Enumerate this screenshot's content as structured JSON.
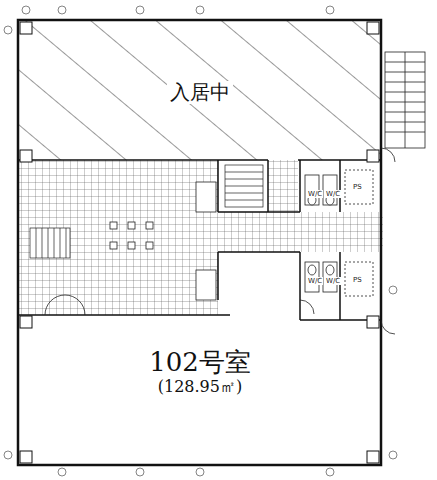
{
  "diagram": {
    "nodes": [
      {
        "text": [
          "入居中"
        ]
      },
      {
        "text": [
          "102号室",
          "(128.95㎡)"
        ]
      }
    ],
    "labels": [
      "W/C",
      "W/C",
      "W/C",
      "W/C",
      "PS",
      "PS"
    ]
  }
}
